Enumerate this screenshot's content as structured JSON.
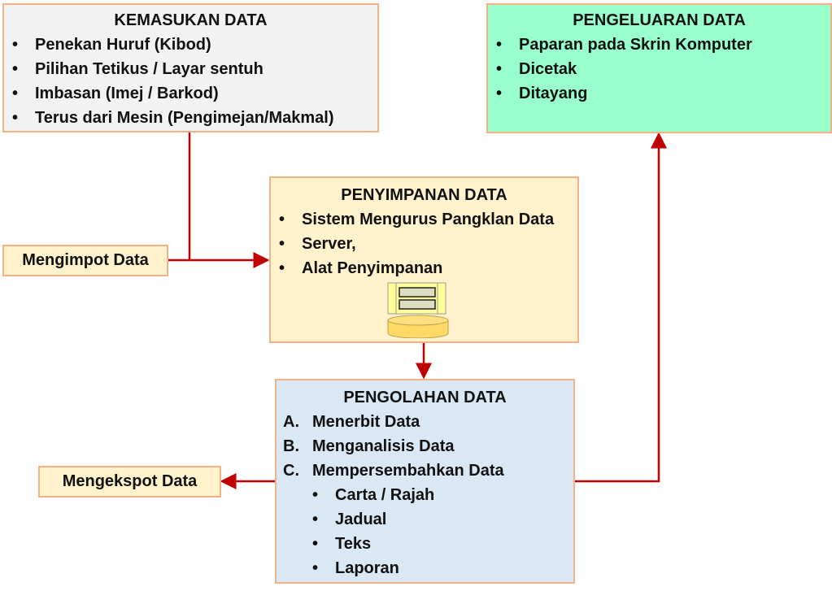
{
  "input": {
    "title": "KEMASUKAN DATA",
    "items": [
      "Penekan Huruf (Kibod)",
      "Pilihan Tetikus / Layar sentuh",
      "Imbasan (Imej / Barkod)",
      "Terus dari Mesin (Pengimejan/Makmal)"
    ]
  },
  "output": {
    "title": "PENGELUARAN DATA",
    "items": [
      "Paparan pada Skrin Komputer",
      "Dicetak",
      "Ditayang"
    ]
  },
  "storage": {
    "title": "PENYIMPANAN DATA",
    "items": [
      "Sistem Mengurus Pangklan Data",
      "Server,",
      "Alat Penyimpanan"
    ],
    "icon": "database-server-icon"
  },
  "processing": {
    "title": "PENGOLAHAN DATA",
    "items": [
      {
        "marker": "A.",
        "label": "Menerbit Data"
      },
      {
        "marker": "B.",
        "label": "Menganalisis Data"
      },
      {
        "marker": "C.",
        "label": "Mempersembahkan Data"
      }
    ],
    "subitems": [
      "Carta / Rajah",
      "Jadual",
      "Teks",
      "Laporan"
    ]
  },
  "import_label": "Mengimpot Data",
  "export_label": "Mengekspot Data",
  "colors": {
    "arrow": "#c00000",
    "border": "#f4b183",
    "input_bg": "#f2f2f2",
    "output_bg": "#99ffcc",
    "storage_bg": "#fff2cc",
    "processing_bg": "#dae8f5"
  }
}
